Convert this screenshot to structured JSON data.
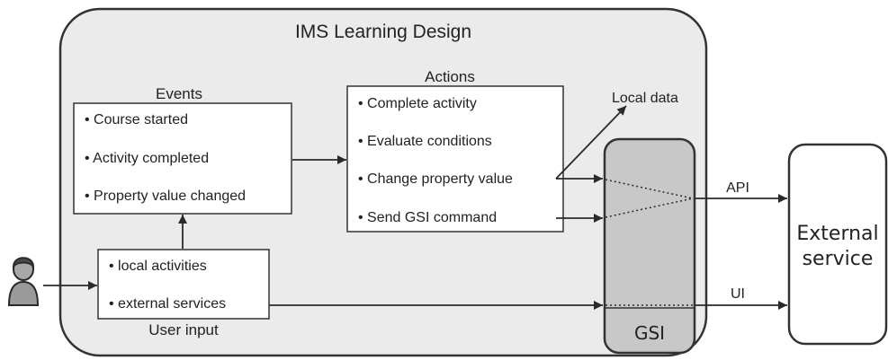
{
  "container": {
    "title": "IMS Learning Design"
  },
  "events": {
    "heading": "Events",
    "items": [
      "• Course started",
      "• Activity completed",
      "• Property value changed"
    ]
  },
  "actions": {
    "heading": "Actions",
    "items": [
      "• Complete activity",
      "• Evaluate conditions",
      "• Change property value",
      "• Send GSI command"
    ]
  },
  "user_input": {
    "heading": "User input",
    "items": [
      "• local activities",
      "• external services"
    ]
  },
  "local_data": {
    "label": "Local data"
  },
  "gsi": {
    "label": "GSI"
  },
  "external": {
    "line1": "External",
    "line2": "service"
  },
  "connections": {
    "api": "API",
    "ui": "UI"
  },
  "colors": {
    "container_fill": "#ebebeb",
    "gsi_fill": "#c8c8c8",
    "stroke": "#333333"
  }
}
